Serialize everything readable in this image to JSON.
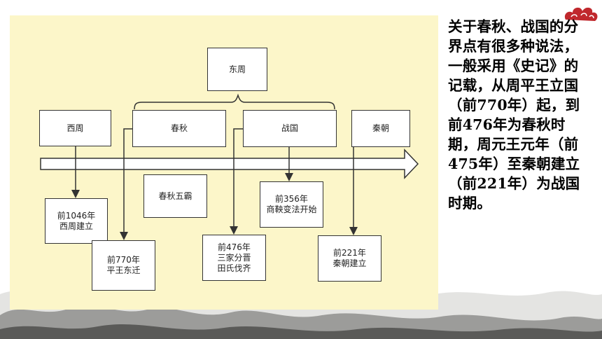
{
  "diagram": {
    "top_node": "东周",
    "periods": [
      "西周",
      "春秋",
      "战国",
      "秦朝"
    ],
    "note_box": "春秋五霸",
    "events": [
      "前1046年\n西周建立",
      "前770年\n平王东迁",
      "前356年\n商鞅变法开始",
      "前476年\n三家分晋\n田氏伐齐",
      "前221年\n秦朝建立"
    ]
  },
  "side_text": "关于春秋、战国的分界点有很多种说法，一般采用《史记》的记载，从周平王立国（前770年）起，到前476年为春秋时期，周元王元年（前475年）至秦朝建立（前221年）为战国时期。",
  "colors": {
    "panel_bg": "#fcf6c9",
    "cloud": "#c0282d",
    "ink": "#333333"
  }
}
